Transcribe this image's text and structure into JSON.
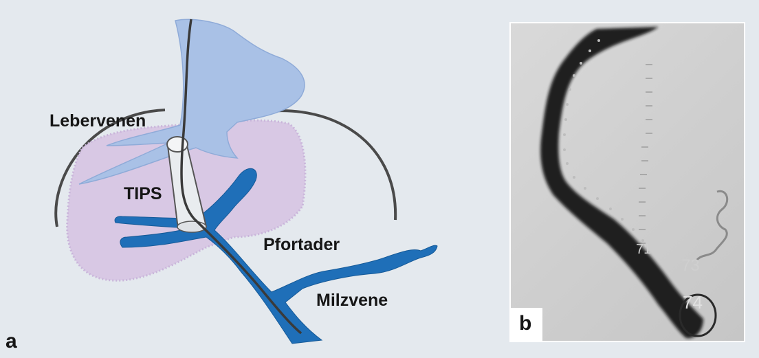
{
  "figure": {
    "panel_a": {
      "letter": "a",
      "labels": {
        "hepatic_veins": "Lebervenen",
        "tips": "TIPS",
        "portal_vein": "Pfortader",
        "splenic_vein": "Milzvene"
      },
      "colors": {
        "background": "#e4e9ee",
        "liver": "#d8c8e4",
        "hepatic_veins": "#a9c1e6",
        "portal_vein": "#1f6fb8",
        "stent": "#e9ecef",
        "guidewire": "#3a3a3a"
      }
    },
    "panel_b": {
      "letter": "b",
      "scale_numbers": [
        "71",
        "73",
        "74"
      ]
    }
  }
}
